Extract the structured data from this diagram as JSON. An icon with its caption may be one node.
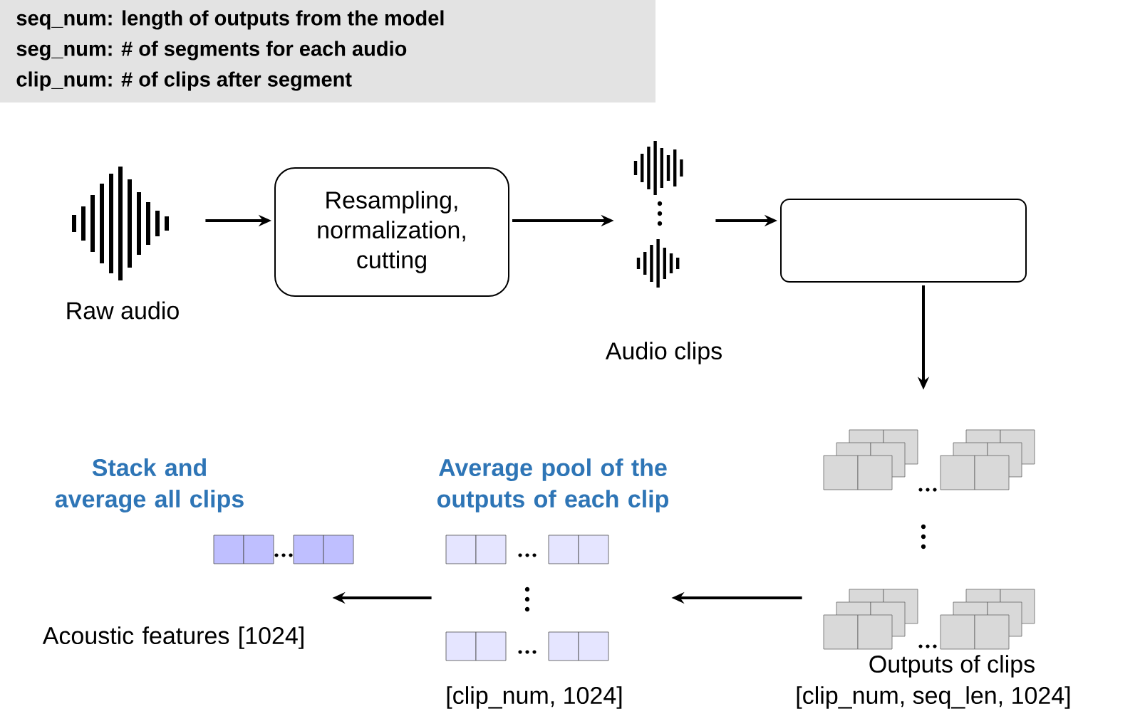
{
  "diagram": {
    "nodes": [
      {
        "text": [
          "seq_num: length of outputs from the model",
          "seg_num: # of segments for each audio",
          "clip_num: # of clips after segment"
        ]
      },
      {
        "text": [
          "Raw audio"
        ]
      },
      {
        "text": [
          "Resampling, normalization, cutting"
        ]
      },
      {
        "text": [
          "Audio clips"
        ]
      },
      {
        "text": [],
        "shape": "box"
      },
      {
        "text": [
          "Outputs of clips",
          "[clip_num, seq_len, 1024]"
        ]
      },
      {
        "text": [
          "Average pool of the outputs of each clip",
          "[clip_num, 1024]"
        ]
      },
      {
        "text": [
          "Stack and average all clips",
          "Acoustic features [1024]"
        ]
      }
    ],
    "edges": [
      {
        "from": 1,
        "to": 2,
        "arrow": "to"
      },
      {
        "from": 2,
        "to": 3,
        "arrow": "to"
      },
      {
        "from": 3,
        "to": 4,
        "arrow": "to"
      },
      {
        "from": 4,
        "to": 5,
        "arrow": "to"
      },
      {
        "from": 5,
        "to": 6,
        "arrow": "to"
      },
      {
        "from": 6,
        "to": 7,
        "arrow": "to"
      }
    ]
  }
}
